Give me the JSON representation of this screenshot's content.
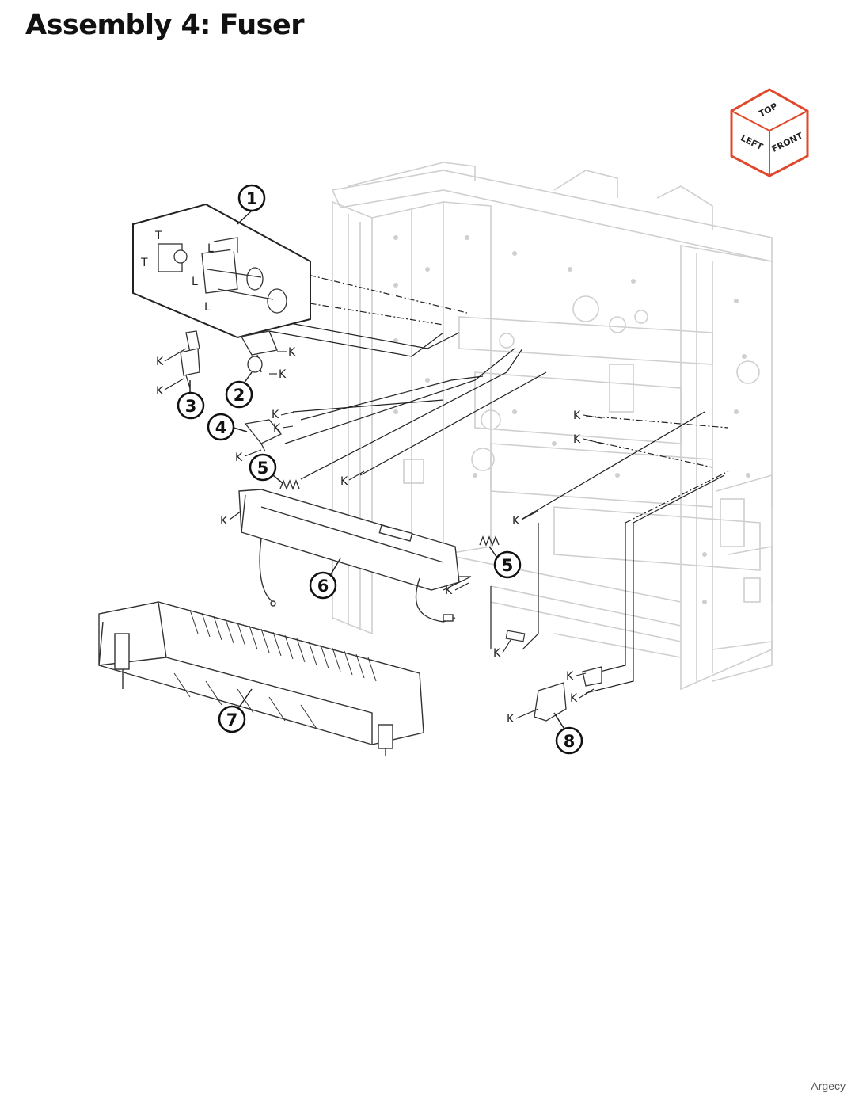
{
  "page": {
    "title": "Assembly 4: Fuser",
    "footer": "Argecy"
  },
  "orientation": {
    "top": "TOP",
    "left": "LEFT",
    "front": "FRONT",
    "accent_color": "#e0482b"
  },
  "callouts": [
    "1",
    "2",
    "3",
    "4",
    "5",
    "5",
    "6",
    "7",
    "8"
  ],
  "letters": {
    "T": "T",
    "L": "L",
    "K": "K"
  },
  "colors": {
    "frame": "#cfcfcf",
    "parts": "#333333",
    "leader": "#222222"
  }
}
